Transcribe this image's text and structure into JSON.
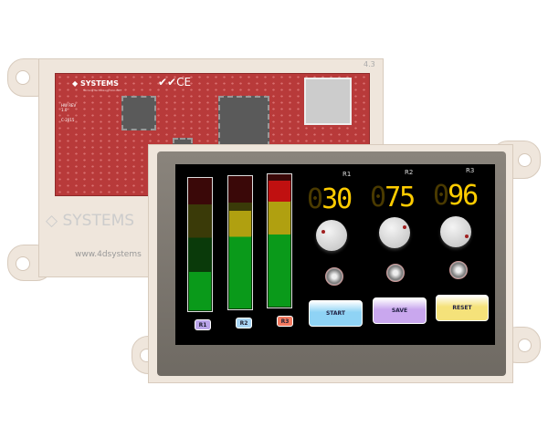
{
  "board": {
    "brand": "SYSTEMS",
    "tagline": "Turning Technology into ART",
    "hw_rev": "HW REV 1.0",
    "year": "C-2015",
    "size_label": "4.3",
    "watermark_brand": "SYSTEMS",
    "url": "www.4dsystems"
  },
  "screen": {
    "meters": [
      {
        "label": "R1",
        "level_percent": 30,
        "color": "#b9a3e8"
      },
      {
        "label": "R2",
        "level_percent": 75,
        "color": "#a9d6f5"
      },
      {
        "label": "R3",
        "level_percent": 96,
        "color": "#f47a60"
      }
    ],
    "channels": [
      {
        "label": "R1",
        "value": "030",
        "knob_icon": "rotary-knob"
      },
      {
        "label": "R2",
        "value": "075",
        "knob_icon": "rotary-knob"
      },
      {
        "label": "R3",
        "value": "096",
        "knob_icon": "rotary-knob"
      }
    ],
    "buttons": [
      {
        "label": "START",
        "color": "#8fd3f5"
      },
      {
        "label": "SAVE",
        "color": "#c9a7ee"
      },
      {
        "label": "RESET",
        "color": "#f5e27a"
      }
    ],
    "digit_color": "#ffcc00"
  }
}
